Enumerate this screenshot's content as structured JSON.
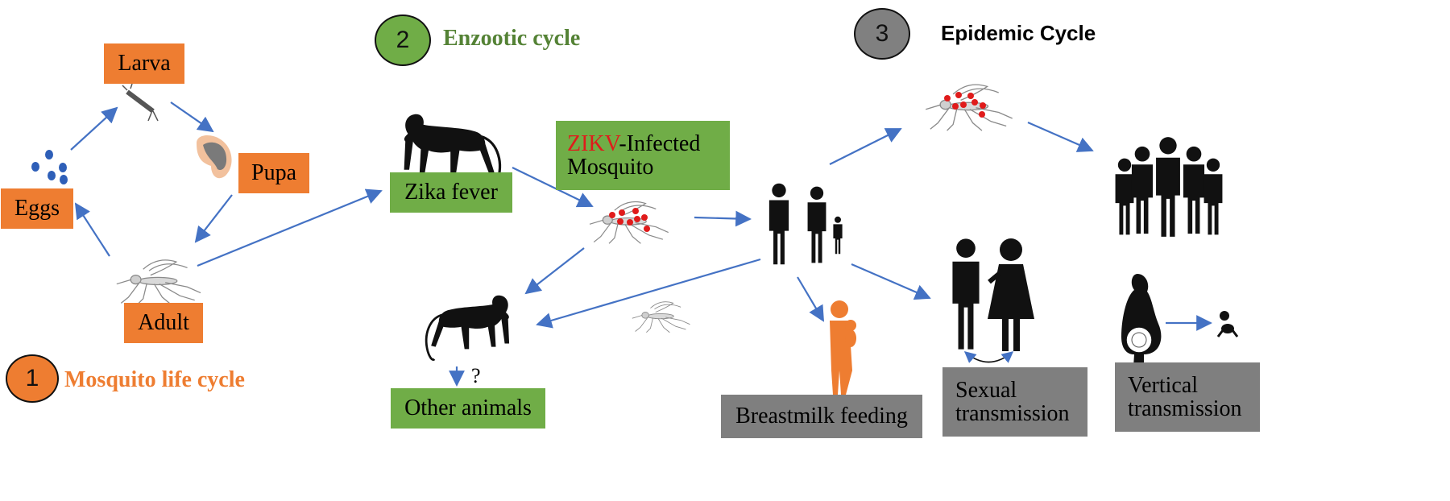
{
  "cycles": [
    {
      "number": "1",
      "title": "Mosquito life cycle",
      "color": "#ee7d31",
      "title_color": "#ee7d31"
    },
    {
      "number": "2",
      "title": "Enzootic cycle",
      "color": "#70ad47",
      "title_color": "#548235"
    },
    {
      "number": "3",
      "title": "Epidemic Cycle",
      "color": "#808080",
      "title_color": "#000000"
    }
  ],
  "life_cycle": {
    "larva": "Larva",
    "pupa": "Pupa",
    "eggs": "Eggs",
    "adult": "Adult"
  },
  "enzootic": {
    "zika_fever": "Zika fever",
    "infected_prefix": "ZIKV",
    "infected_suffix": "-Infected",
    "infected_line2": "Mosquito",
    "other_animals": "Other animals",
    "question": "?"
  },
  "epidemic": {
    "breastmilk": "Breastmilk feeding",
    "sexual_line1": "Sexual",
    "sexual_line2": "transmission",
    "vertical_line1": "Vertical",
    "vertical_line2": "transmission"
  },
  "colors": {
    "orange": "#ee7d31",
    "green": "#70ad47",
    "gray": "#7f7f7f",
    "arrow": "#4472c4",
    "virus": "#e01b1b",
    "egg": "#2e5fb8"
  },
  "icons": [
    "mosquito-icon",
    "larva-icon",
    "pupa-icon",
    "eggs-icon",
    "monkey-icon",
    "family-icon",
    "crowd-icon",
    "couple-icon",
    "mother-child-icon",
    "pregnant-woman-icon",
    "baby-icon"
  ]
}
